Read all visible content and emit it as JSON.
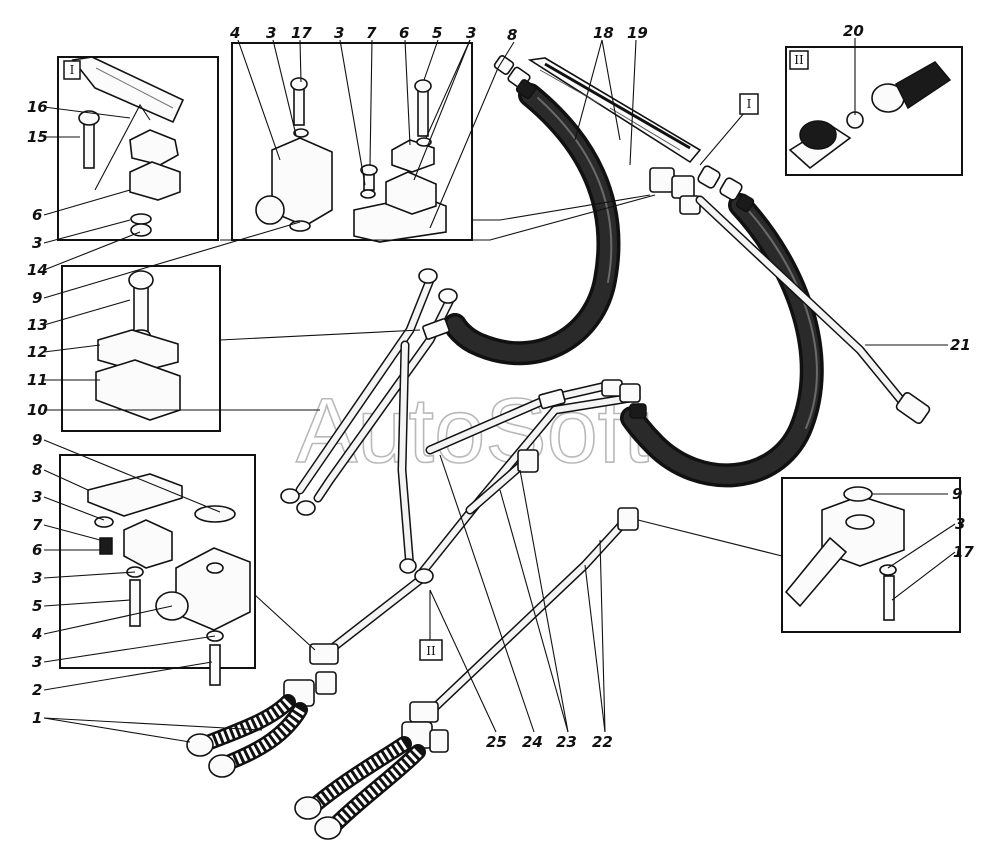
{
  "watermark": "AutoSoft",
  "inset_markers": {
    "i": "I",
    "ii": "II"
  },
  "callouts": {
    "left": [
      "16",
      "15",
      "6",
      "3",
      "14",
      "9",
      "13",
      "12",
      "11",
      "10",
      "9",
      "8",
      "3",
      "7",
      "6",
      "3",
      "5",
      "4",
      "3",
      "2",
      "1"
    ],
    "top": [
      "4",
      "3",
      "17",
      "3",
      "7",
      "6",
      "5",
      "3",
      "8",
      "18",
      "19",
      "20"
    ],
    "right": [
      "21",
      "9",
      "3",
      "17"
    ],
    "bottom": [
      "25",
      "24",
      "23",
      "22"
    ]
  }
}
